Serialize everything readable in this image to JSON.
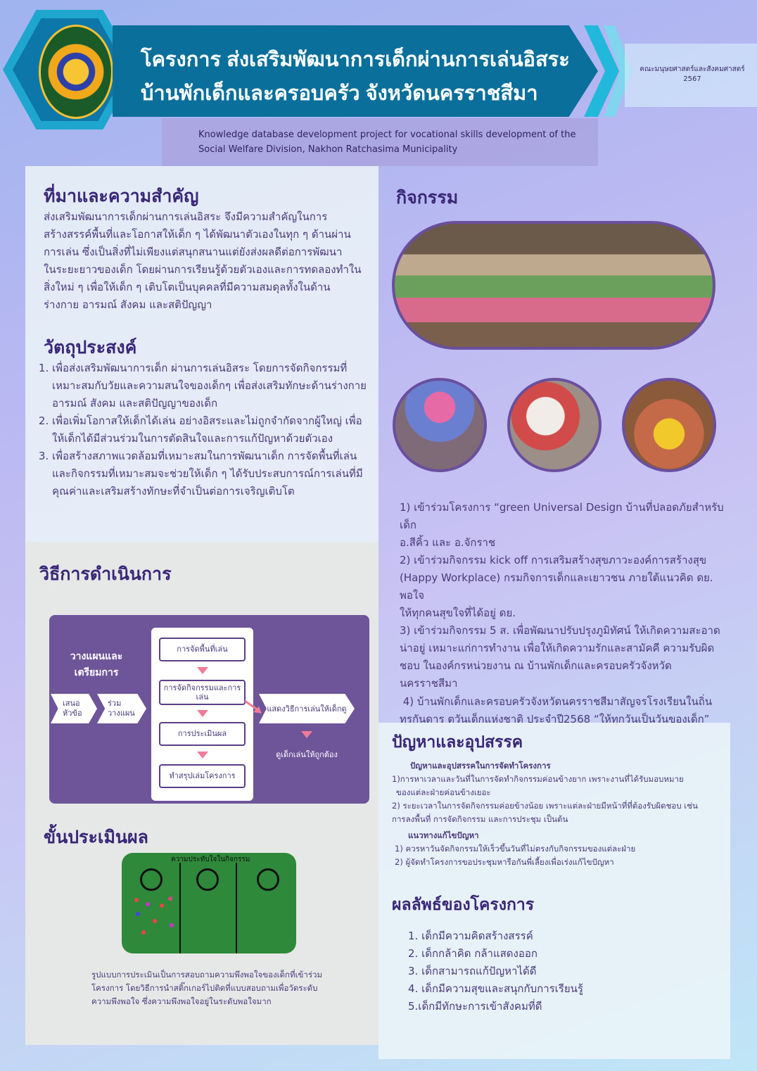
{
  "header": {
    "title_line1": "โครงการ ส่งเสริมพัฒนาการเด็กผ่านการเล่นอิสระ",
    "title_line2": "บ้านพักเด็กและครอบครัว จังหวัดนครราชสีมา",
    "faculty": "คณะมนุษยศาสตร์และสังคมศาสตร์",
    "year": "2567",
    "subtitle_line1": "Knowledge database development project for vocational skills development of the",
    "subtitle_line2": "Social Welfare Division, Nakhon Ratchasima Municipality"
  },
  "background": {
    "heading": "ที่มาและความสำคัญ",
    "lines": [
      "ส่งเสริมพัฒนาการเด็กผ่านการเล่นอิสระ จึงมีความสำคัญในการ",
      "สร้างสรรค์พื้นที่และโอกาสให้เด็ก ๆ ได้พัฒนาตัวเองในทุก ๆ ด้านผ่าน",
      "การเล่น ซึ่งเป็นสิ่งที่ไม่เพียงแต่สนุกสนานแต่ยังส่งผลดีต่อการพัฒนา",
      "ในระยะยาวของเด็ก โดยผ่านการเรียนรู้ด้วยตัวเองและการทดลองทำใน",
      "สิ่งใหม่ ๆ เพื่อให้เด็ก ๆ เติบโตเป็นบุคคลที่มีความสมดุลทั้งในด้าน",
      "ร่างกาย อารมณ์ สังคม และสติปัญญา"
    ]
  },
  "objectives": {
    "heading": "วัตถุประสงค์",
    "items": [
      "เพื่อส่งเสริมพัฒนาการเด็ก ผ่านการเล่นอิสระ โดยการจัดกิจกรรมที่เหมาะสมกับวัยและความสนใจของเด็กๆ เพื่อส่งเสริมทักษะด้านร่างกาย อารมณ์ สังคม และสติปัญญาของเด็ก",
      "เพื่อเพิ่มโอกาสให้เด็กได้เล่น อย่างอิสระและไม่ถูกจำกัดจากผู้ใหญ่ เพื่อให้เด็กได้มีส่วนร่วมในการตัดสินใจและการแก้ปัญหาด้วยตัวเอง",
      "เพื่อสร้างสภาพแวดล้อมที่เหมาะสมในการพัฒนาเด็ก การจัดพื้นที่เล่นและกิจกรรมที่เหมาะสมจะช่วยให้เด็ก ๆ ได้รับประสบการณ์การเล่นที่มีคุณค่าและเสริมสร้างทักษะที่จำเป็นต่อการเจริญเติบโต"
    ]
  },
  "method": {
    "heading": "วิธีการดำเนินการ",
    "plan_title_1": "วางแผนและ",
    "plan_title_2": "เตรียมการ",
    "step_propose_1": "เสนอ",
    "step_propose_2": "หัวข้อ",
    "step_plan_1": "ร่วม",
    "step_plan_2": "วางแผน",
    "center_steps": [
      "การจัดพื้นที่เล่น",
      "การจัดกิจกรรมและการเล่น",
      "การประเมินผล",
      "ทำสรุปเล่มโครงการ"
    ],
    "show": "แสดงวิธีการเล่นให้เด็กดู",
    "watch": "ดูเด็กเล่นให้ถูกต้อง"
  },
  "evaluation": {
    "heading": "ขั้นประเมินผล",
    "board_label": "ความประทับใจในกิจกรรม",
    "caption_lines": [
      "รูปแบบการประเมินเป็นการสอบถามความพึงพอใจของเด็กที่เข้าร่วม",
      "โครงการ โดยวิธีการนำสติ๊กเกอร์ไปติดที่แบบสอบถามเพื่อวัดระดับ",
      "ความพึงพอใจ ซึ่งความพึงพอใจอยู่ในระดับพอใจมาก"
    ]
  },
  "activities": {
    "heading": "กิจกรรม",
    "lines": [
      "1) เข้าร่วมโครงการ “green Universal Design บ้านที่ปลอดภัยสำหรับเด็ก",
      "อ.สีคิ้ว และ อ.จักราช",
      "2) เข้าร่วมกิจกรรม kick off การเสริมสร้างสุขภาวะองค์การสร้างสุข",
      "(Happy Workplace) กรมกิจการเด็กและเยาวชน ภายใต้แนวคิด ดย. พอใจ",
      "ให้ทุกคนสุขใจที่ได้อยู่ ดย.",
      "3) เข้าร่วมกิจกรรม 5 ส. เพื่อพัฒนาปรับปรุงภูมิทัศน์ ให้เกิดความสะอาด",
      "น่าอยู่ เหมาะแก่การทำงาน เพื่อให้เกิดความรักและสามัคคี ความรับผิด",
      "ชอบ ในองค์กรหน่วยงาน ณ บ้านพักเด็กและครอบครัวจังหวัด",
      "นครราชสีมา",
      " 4) บ้านพักเด็กและครอบครัวจังหวัดนครราชสีมาสัญจรโรงเรียนในถิ่น",
      "ทุรกันดาร ตวันเด็กแห่งชาติ ประจำปี2568 “ให้ทุกวันเป็นวันของเด็ก”"
    ]
  },
  "problems": {
    "heading": "ปัญหาและอุปสรรค",
    "sub1": "ปัญหาและอุปสรรคในการจัดทำโครงการ",
    "lines1": [
      "1)การหาเวลาและวันที่ในการจัดทำกิจกรรมค่อนข้างยาก เพราะงานที่ได้รับมอบหมาย",
      "ของแต่ละฝ่ายค่อนข้างเยอะ",
      "2) ระยะเวลาในการจัดกิจกรรมค่อยข้างน้อย เพราะแต่ละฝ่ายมีหน้าที่ที่ต้องรับผิดชอบ เช่น",
      "การลงพื้นที่ การจัดกิจกรรม และการประชุม เป็นต้น"
    ],
    "sub2": "แนวทางแก้ไขปัญหา",
    "lines2": [
      "1) ควรหาวันจัดกิจกรรมให้เร็วขึ้นวันที่ไม่ตรงกับกิจกรรมของแต่ละฝ่าย",
      "2) ผู้จัดทำโครงการขอประชุมหารือกันพี่เลี้ยงเพื่อเร่งแก้ไขปัญหา"
    ]
  },
  "results": {
    "heading": "ผลลัพธ์ของโครงการ",
    "items": [
      "1. เด็กมีความคิดสร้างสรรค์",
      "2. เด็กกล้าคิด กล้าแสดงออก",
      "3. เด็กสามารถแก้ปัญหาได้ดี",
      "4. เด็กมีความสุขและสนุกกับการเรียนรู้",
      "5.เด็กมีทักษะการเข้าสังคมที่ดี"
    ]
  },
  "colors": {
    "title_band": "#0b6f9c",
    "heading": "#3a2777",
    "process_bg": "#6e5499",
    "arrow": "#f07c9a"
  }
}
